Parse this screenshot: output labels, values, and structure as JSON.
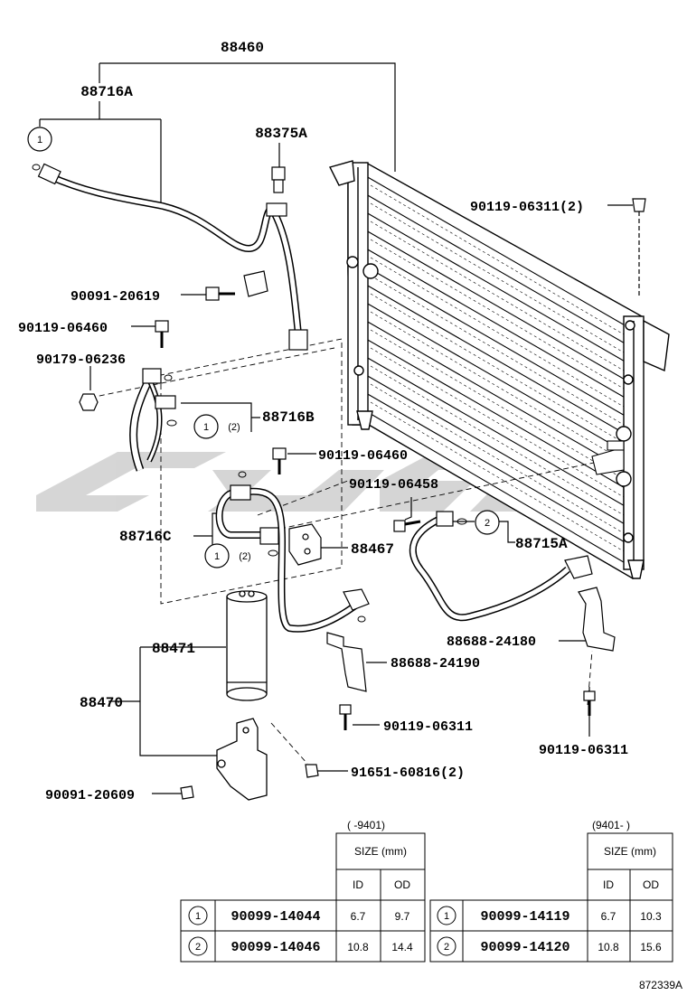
{
  "diagram": {
    "part_numbers": {
      "p88460": "88460",
      "p88716A": "88716A",
      "p88375A": "88375A",
      "p90119_06311_2": "90119-06311(2)",
      "p90091_20619": "90091-20619",
      "p90119_06460_a": "90119-06460",
      "p90179_06236": "90179-06236",
      "p88716B": "88716B",
      "p90119_06460_b": "90119-06460",
      "p90119_06458": "90119-06458",
      "p88716C": "88716C",
      "p88467": "88467",
      "p88715A": "88715A",
      "p88688_24180": "88688-24180",
      "p88471": "88471",
      "p88688_24190": "88688-24190",
      "p88470": "88470",
      "p90119_06311_a": "90119-06311",
      "p90119_06311_b": "90119-06311",
      "p91651_60816_2": "91651-60816(2)",
      "p90091_20609": "90091-20609"
    },
    "callouts": {
      "c1_top": "1",
      "c1_mid": "1",
      "c2_mid": "(2)",
      "c1_low": "1",
      "c2_low": "(2)",
      "c2_right": "2"
    },
    "reference_code": "872339A"
  },
  "tables": [
    {
      "date_range": "(     -9401)",
      "size_header": "SIZE (mm)",
      "col_id": "ID",
      "col_od": "OD",
      "rows": [
        {
          "marker": "1",
          "part": "90099-14044",
          "id": "6.7",
          "od": "9.7"
        },
        {
          "marker": "2",
          "part": "90099-14046",
          "id": "10.8",
          "od": "14.4"
        }
      ]
    },
    {
      "date_range": "(9401-     )",
      "size_header": "SIZE (mm)",
      "col_id": "ID",
      "col_od": "OD",
      "rows": [
        {
          "marker": "1",
          "part": "90099-14119",
          "id": "6.7",
          "od": "10.3"
        },
        {
          "marker": "2",
          "part": "90099-14120",
          "id": "10.8",
          "od": "15.6"
        }
      ]
    }
  ]
}
